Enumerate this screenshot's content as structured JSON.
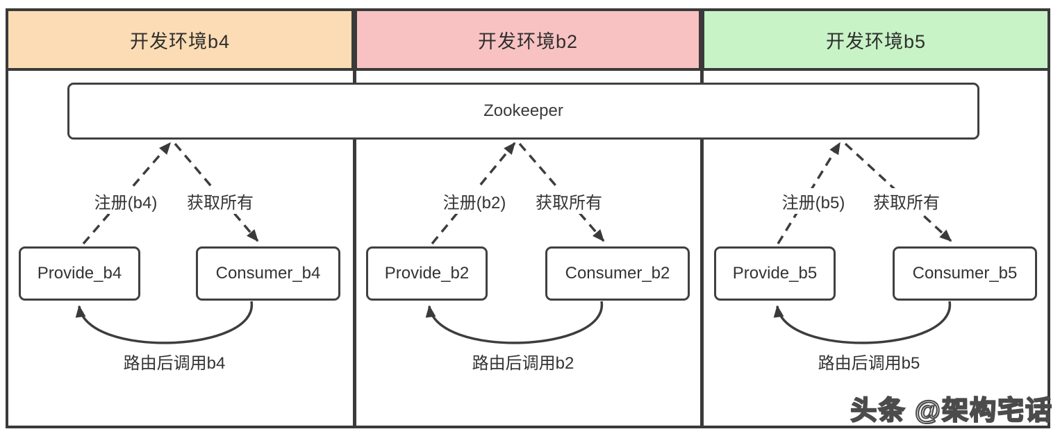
{
  "headers": [
    {
      "label": "开发环境b4",
      "color": "#fbdcb4"
    },
    {
      "label": "开发环境b2",
      "color": "#f9c2c2"
    },
    {
      "label": "开发环境b5",
      "color": "#c8f3c6"
    }
  ],
  "zookeeper": {
    "label": "Zookeeper"
  },
  "columns": [
    {
      "env": "b4",
      "provider": "Provide_b4",
      "consumer": "Consumer_b4",
      "register_label": "注册(b4)",
      "fetch_label": "获取所有",
      "route_label": "路由后调用b4"
    },
    {
      "env": "b2",
      "provider": "Provide_b2",
      "consumer": "Consumer_b2",
      "register_label": "注册(b2)",
      "fetch_label": "获取所有",
      "route_label": "路由后调用b2"
    },
    {
      "env": "b5",
      "provider": "Provide_b5",
      "consumer": "Consumer_b5",
      "register_label": "注册(b5)",
      "fetch_label": "获取所有",
      "route_label": "路由后调用b5"
    }
  ],
  "watermark": "头条 @架构宅话",
  "colors": {
    "frame_border": "#3a3a3a",
    "box_border": "#404040",
    "text": "#333333",
    "background": "#ffffff"
  }
}
